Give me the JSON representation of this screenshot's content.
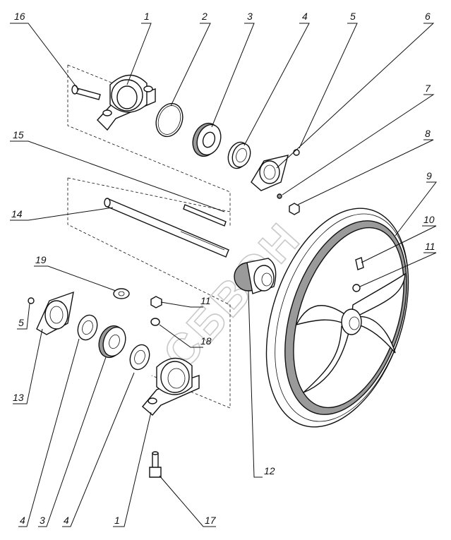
{
  "watermark": "СБВОН",
  "callouts": [
    {
      "id": "c16",
      "label": "16"
    },
    {
      "id": "c1a",
      "label": "1"
    },
    {
      "id": "c2",
      "label": "2"
    },
    {
      "id": "c3a",
      "label": "3"
    },
    {
      "id": "c4a",
      "label": "4"
    },
    {
      "id": "c5a",
      "label": "5"
    },
    {
      "id": "c6",
      "label": "6"
    },
    {
      "id": "c7",
      "label": "7"
    },
    {
      "id": "c8",
      "label": "8"
    },
    {
      "id": "c9",
      "label": "9"
    },
    {
      "id": "c10",
      "label": "10"
    },
    {
      "id": "c11a",
      "label": "11"
    },
    {
      "id": "c15",
      "label": "15"
    },
    {
      "id": "c14",
      "label": "14"
    },
    {
      "id": "c19",
      "label": "19"
    },
    {
      "id": "c11b",
      "label": "11"
    },
    {
      "id": "c18",
      "label": "18"
    },
    {
      "id": "c5b",
      "label": "5"
    },
    {
      "id": "c13",
      "label": "13"
    },
    {
      "id": "c12",
      "label": "12"
    },
    {
      "id": "c4b",
      "label": "4"
    },
    {
      "id": "c3b",
      "label": "3"
    },
    {
      "id": "c4c",
      "label": "4"
    },
    {
      "id": "c1b",
      "label": "1"
    },
    {
      "id": "c17",
      "label": "17"
    }
  ]
}
